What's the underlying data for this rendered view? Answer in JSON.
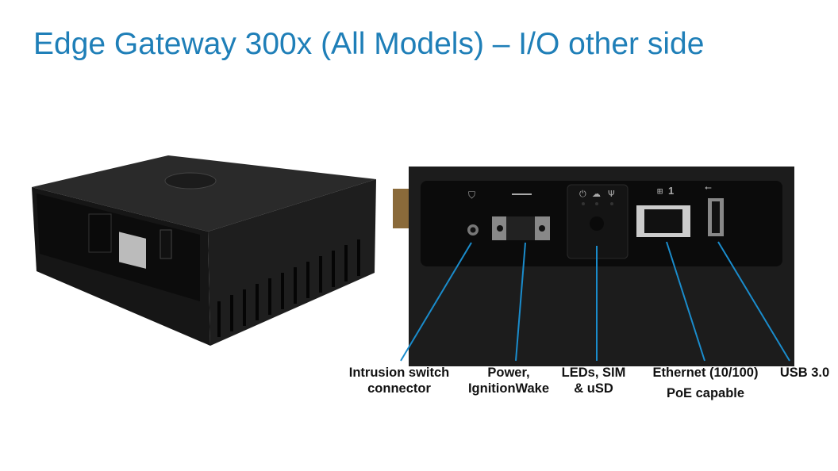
{
  "title": "Edge Gateway 300x (All Models) – I/O other side",
  "callouts": [
    {
      "line1": "Intrusion switch",
      "line2": "connector"
    },
    {
      "line1": "Power,",
      "line2": "IgnitionWake"
    },
    {
      "line1": "LEDs, SIM",
      "line2": "& uSD"
    },
    {
      "line1": "Ethernet (10/100)",
      "line2": "PoE capable"
    },
    {
      "line1": "USB 3.0"
    }
  ],
  "port_labels": {
    "ethernet_number": "1"
  },
  "colors": {
    "title": "#1f7fb8",
    "callout_line": "#1a8ccc",
    "device": "#1b1b1b"
  }
}
